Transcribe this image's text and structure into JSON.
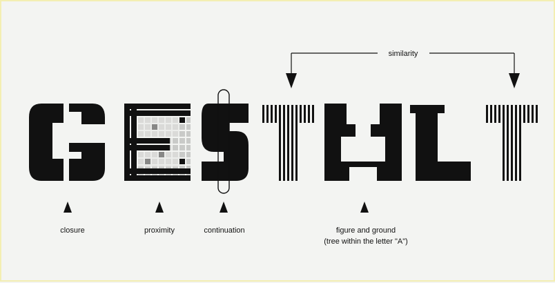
{
  "labels": {
    "similarity": "similarity",
    "closure": "closure",
    "proximity": "proximity",
    "continuation": "continuation",
    "figure_ground_line1": "figure and ground",
    "figure_ground_line2": "(tree within the letter \"A\")"
  },
  "colors": {
    "ink": "#111111",
    "background": "#f3f4f2",
    "border": "#f3eeb2"
  }
}
